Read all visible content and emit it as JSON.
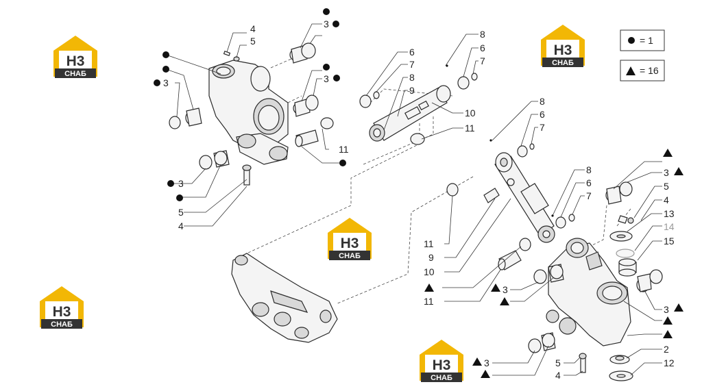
{
  "logo": {
    "mark": "H3",
    "text": "СНАБ",
    "colors": {
      "yellow": "#f2b705",
      "dark": "#333333"
    }
  },
  "legend": [
    {
      "symbol": "circle",
      "label": "= 1"
    },
    {
      "symbol": "triangle",
      "label": "= 16"
    }
  ],
  "callouts": {
    "upper_left": [
      "4",
      "5",
      "3",
      "3",
      "3",
      "3",
      "5",
      "4",
      "11"
    ],
    "upper_mid": [
      "6",
      "7",
      "8",
      "9",
      "10",
      "11",
      "8",
      "6",
      "7"
    ],
    "right": [
      "8",
      "6",
      "7",
      "8",
      "6",
      "7",
      "3",
      "5",
      "4",
      "13",
      "14",
      "15",
      "3",
      "11",
      "10",
      "9",
      "11",
      "3",
      "3",
      "5",
      "4",
      "2",
      "12"
    ]
  }
}
